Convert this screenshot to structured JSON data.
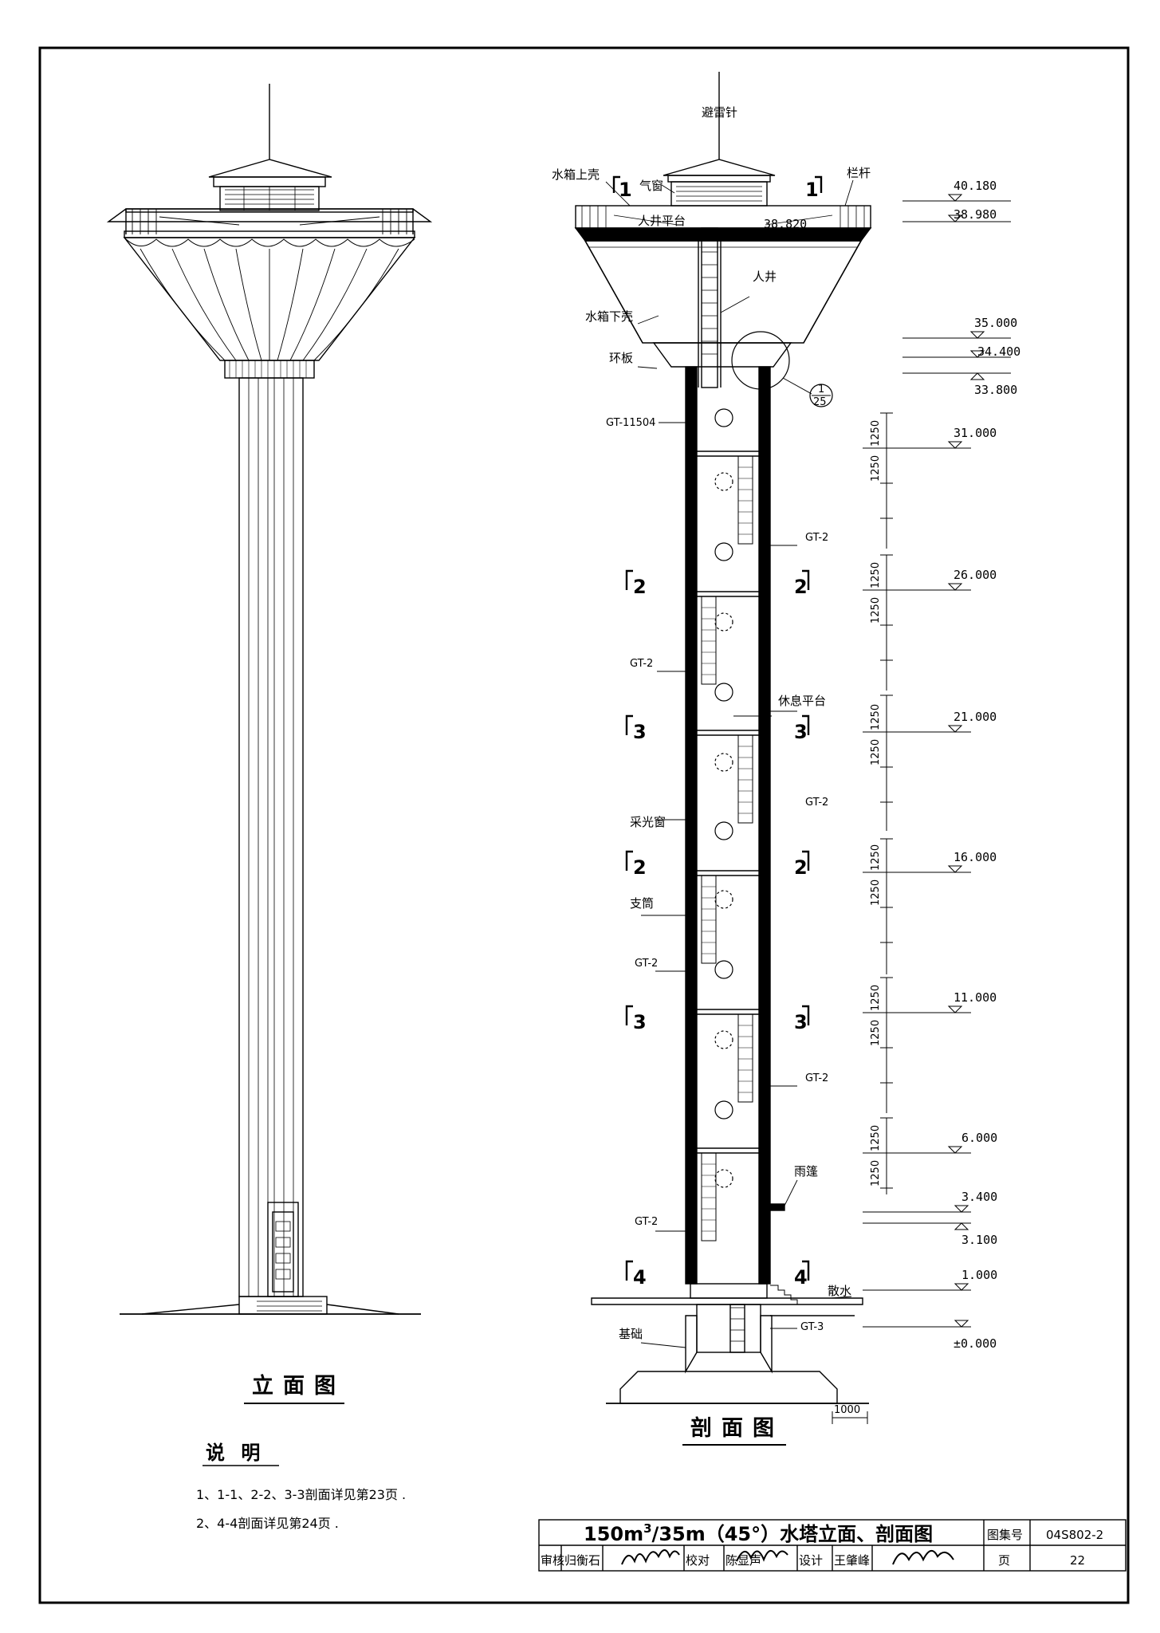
{
  "views": {
    "elevation_title": "立面图",
    "section_title": "剖面图"
  },
  "labels": {
    "lightning_rod": "避雷针",
    "tank_upper_shell": "水箱上壳",
    "vent_window": "气窗",
    "railing": "栏杆",
    "manhole_platform": "人井平台",
    "manhole": "人井",
    "tank_lower_shell": "水箱下壳",
    "ring_plate": "环板",
    "gt_11504": "GT-11504",
    "gt2_a": "GT-2",
    "gt2_b": "GT-2",
    "rest_platform": "休息平台",
    "gt2_c": "GT-2",
    "light_window": "采光窗",
    "support_tube": "支筒",
    "gt2_d": "GT-2",
    "gt2_e": "GT-2",
    "canopy": "雨篷",
    "gt2_f": "GT-2",
    "apron": "散水",
    "foundation": "基础",
    "gt3": "GT-3",
    "scale_bar": "1000",
    "detail_num": "1",
    "detail_page": "25"
  },
  "section_marks": {
    "s1": "1",
    "s2": "2",
    "s3": "3",
    "s4": "4"
  },
  "levels": {
    "l40180": "40.180",
    "l38980": "38.980",
    "l38820": "38.820",
    "l35000": "35.000",
    "l34400": "34.400",
    "l33800": "33.800",
    "l31000": "31.000",
    "l26000": "26.000",
    "l21000": "21.000",
    "l16000": "16.000",
    "l11000": "11.000",
    "l6000": "6.000",
    "l3400": "3.400",
    "l3100": "3.100",
    "l1000": "1.000",
    "l0": "±0.000",
    "dim": "1250"
  },
  "notes": {
    "heading": "说 明",
    "n1": "1、1-1、2-2、3-3剖面详见第23页 .",
    "n2": "2、4-4剖面详见第24页 ."
  },
  "title_block": {
    "title_main": "150m",
    "title_sup": "3",
    "title_rest": "/35m（45°）水塔立面、剖面图",
    "atlas_label": "图集号",
    "atlas_no": "04S802-2",
    "review_label": "审核",
    "reviewer": "归衡石",
    "check_label": "校对",
    "checker": "陈显声",
    "design_label": "设计",
    "designer": "王肇峰",
    "page_label": "页",
    "page_no": "22"
  }
}
